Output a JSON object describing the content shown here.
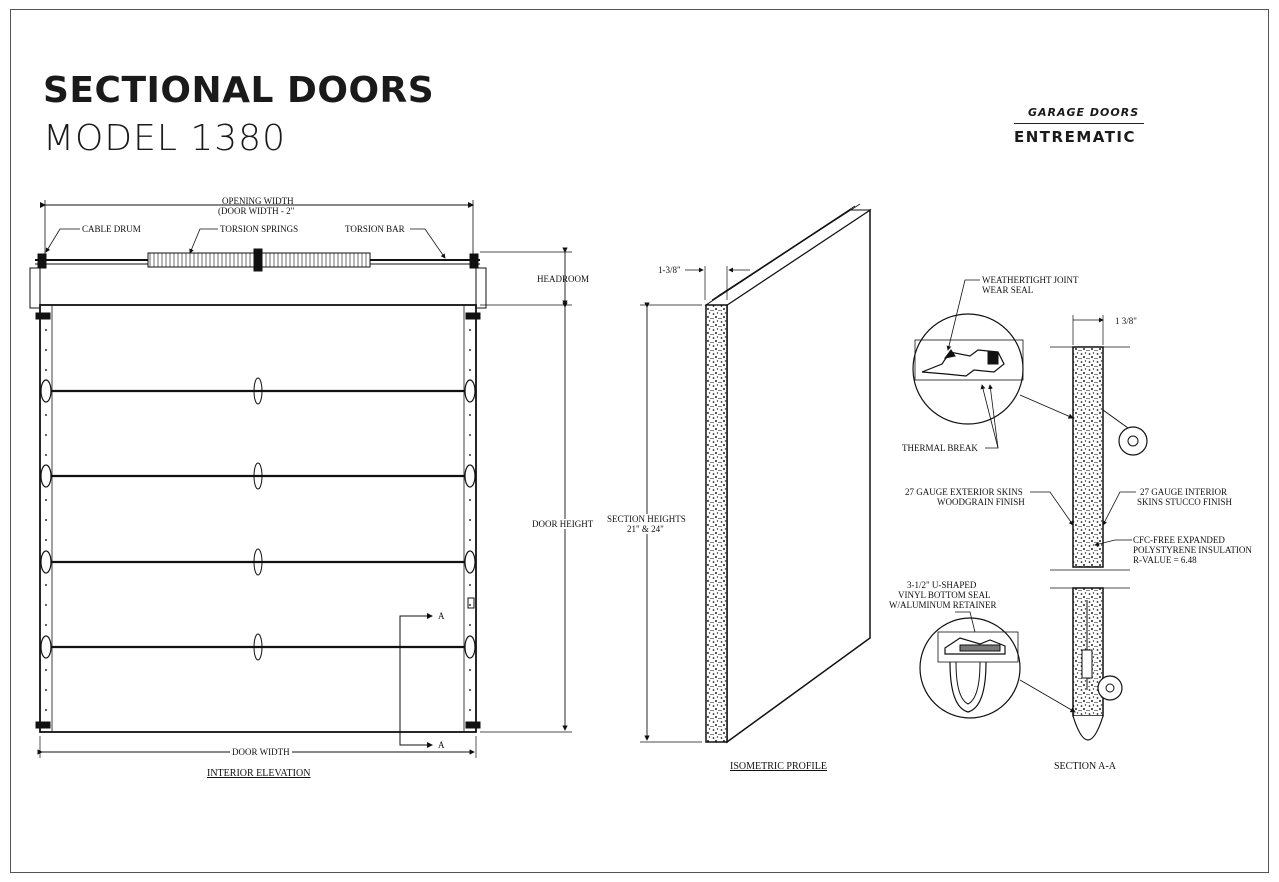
{
  "header": {
    "title": "SECTIONAL DOORS",
    "model": "MODEL 1380"
  },
  "brand": {
    "category": "GARAGE DOORS",
    "name": "ENTREMATIC"
  },
  "elevation": {
    "opening_width_line1": "OPENING WIDTH",
    "opening_width_line2": "(DOOR WIDTH - 2\"",
    "cable_drum": "CABLE DRUM",
    "torsion_springs": "TORSION SPRINGS",
    "torsion_bar": "TORSION BAR",
    "headroom": "HEADROOM",
    "door_height": "DOOR HEIGHT",
    "door_width": "DOOR WIDTH",
    "section_marker": "A",
    "caption": "INTERIOR ELEVATION"
  },
  "isometric": {
    "thickness": "1-3/8\"",
    "section_heights_line1": "SECTION HEIGHTS",
    "section_heights_line2": "21\" & 24\"",
    "caption": "ISOMETRIC PROFILE"
  },
  "section": {
    "thickness": "1 3/8\"",
    "weathertight_line1": "WEATHERTIGHT JOINT",
    "weathertight_line2": "WEAR SEAL",
    "thermal_break": "THERMAL BREAK",
    "exterior_line1": "27 GAUGE EXTERIOR SKINS",
    "exterior_line2": "WOODGRAIN FINISH",
    "interior_line1": "27 GAUGE INTERIOR",
    "interior_line2": "SKINS STUCCO FINISH",
    "insulation_line1": "CFC-FREE EXPANDED",
    "insulation_line2": "POLYSTYRENE INSULATION",
    "insulation_line3": "R-VALUE = 6.48",
    "bottom_seal_line1": "3-1/2\" U-SHAPED",
    "bottom_seal_line2": "VINYL BOTTOM SEAL",
    "bottom_seal_line3": "W/ALUMINUM RETAINER",
    "caption": "SECTION A-A"
  }
}
